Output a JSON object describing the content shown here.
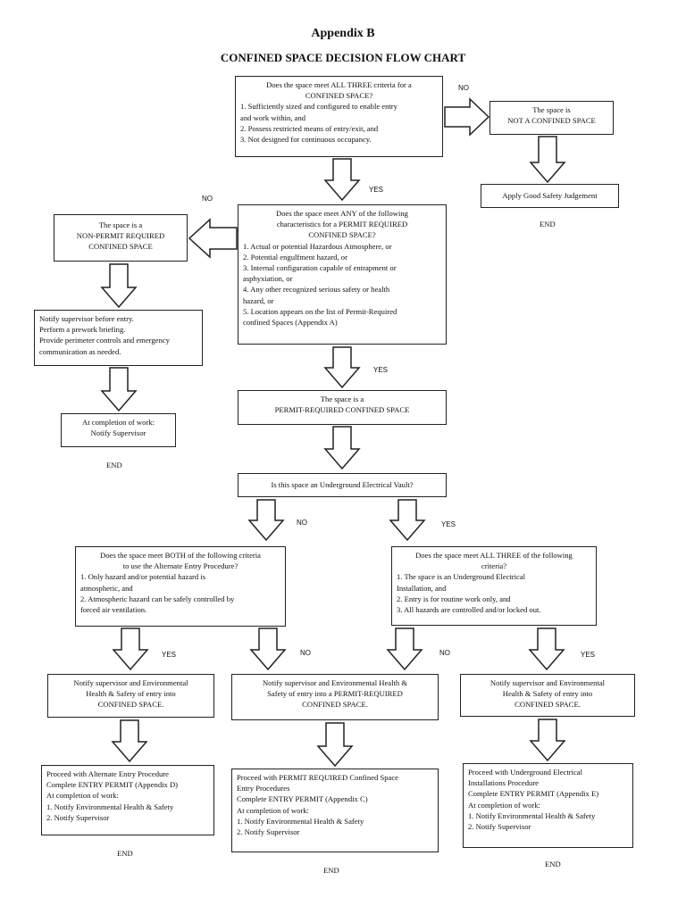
{
  "header": {
    "appendix": "Appendix B",
    "title": "CONFINED SPACE DECISION FLOW CHART"
  },
  "q1": {
    "lines": [
      "Does the space meet ALL THREE criteria for a",
      "CONFINED SPACE?"
    ],
    "items": [
      "1. Sufficiently sized and configured to enable entry",
      "and work within, and",
      "2. Possess restricted means of entry/exit, and",
      "3. Not designed for continuous occupancy."
    ]
  },
  "not_confined": {
    "lines": [
      "The space is",
      "NOT A CONFINED SPACE"
    ]
  },
  "judgement": {
    "text": "Apply Good Safety Judgement"
  },
  "q2": {
    "lines": [
      "Does the space meet ANY of the following",
      "characteristics for a PERMIT REQUIRED",
      "CONFINED SPACE?"
    ],
    "items": [
      "1. Actual or potential Hazardous Atmosphere, or",
      "2. Potential engulfment hazard, or",
      "3. Internal configuration capable of entrapment or",
      "asphyxiation, or",
      "4. Any other recognized serious safety or health",
      "hazard, or",
      "5. Location appears on the list of Permit-Required",
      "confined Spaces (Appendix A)"
    ]
  },
  "non_permit": {
    "lines": [
      "The space is a",
      "NON-PERMIT REQUIRED",
      "CONFINED SPACE"
    ]
  },
  "notify_before": {
    "lines": [
      "Notify supervisor before entry.",
      "Perform a prework briefing.",
      "Provide perimeter controls and emergency",
      "communication as needed."
    ]
  },
  "completion_left": {
    "lines": [
      "At completion of work:",
      "Notify Supervisor"
    ]
  },
  "permit_required": {
    "lines": [
      "The space is a",
      "PERMIT-REQUIRED CONFINED SPACE"
    ]
  },
  "q3": {
    "text": "Is this space an Underground Electrical Vault?"
  },
  "q4": {
    "lines": [
      "Does the space meet BOTH of the following criteria",
      "to use the Alternate Entry Procedure?"
    ],
    "items": [
      "1. Only hazard and/or potential hazard is",
      "atmospheric, and",
      "2. Atmospheric hazard can be safely controlled by",
      "forced air ventilation."
    ]
  },
  "q5": {
    "lines": [
      "Does the space meet ALL THREE of the following",
      "criteria?"
    ],
    "items": [
      "1. The space is an Underground Electrical",
      "Installation, and",
      "2. Entry is for routine work only, and",
      "3. All hazards are controlled and/or locked out."
    ]
  },
  "notify_a": {
    "lines": [
      "Notify supervisor and Environmental",
      "Health & Safety of entry into",
      "CONFINED SPACE."
    ]
  },
  "notify_b": {
    "lines": [
      "Notify supervisor and Environmental Health &",
      "Safety of entry into a PERMIT-REQUIRED",
      "CONFINED SPACE."
    ]
  },
  "notify_c": {
    "lines": [
      "Notify supervisor and Environmental",
      "Health & Safety of entry into",
      "CONFINED SPACE."
    ]
  },
  "proc_a": {
    "lines": [
      "Proceed with Alternate Entry Procedure",
      "Complete ENTRY PERMIT (Appendix D)",
      "At completion of work:",
      "1. Notify Environmental Health & Safety",
      "2. Notify Supervisor"
    ]
  },
  "proc_b": {
    "lines": [
      "Proceed with PERMIT REQUIRED Confined Space",
      "Entry Procedures",
      "Complete ENTRY PERMIT (Appendix C)",
      "At completion of work:",
      "1. Notify Environmental Health & Safety",
      "2. Notify Supervisor"
    ]
  },
  "proc_c": {
    "lines": [
      "Proceed with Underground Electrical",
      "Installations Procedure",
      "Complete ENTRY PERMIT (Appendix E)",
      "At completion of work:",
      "1. Notify Environmental Health & Safety",
      "2. Notify Supervisor"
    ]
  },
  "labels": {
    "no_q1": "NO",
    "yes_q1": "YES",
    "no_q2": "NO",
    "yes_q2": "YES",
    "no_q3": "NO",
    "yes_q3": "YES",
    "yes_q4": "YES",
    "no_q4": "NO",
    "no_q5": "NO",
    "yes_q5": "YES"
  },
  "ends": {
    "end1": "END",
    "end2": "END",
    "end3": "END",
    "end4": "END",
    "end5": "END"
  }
}
